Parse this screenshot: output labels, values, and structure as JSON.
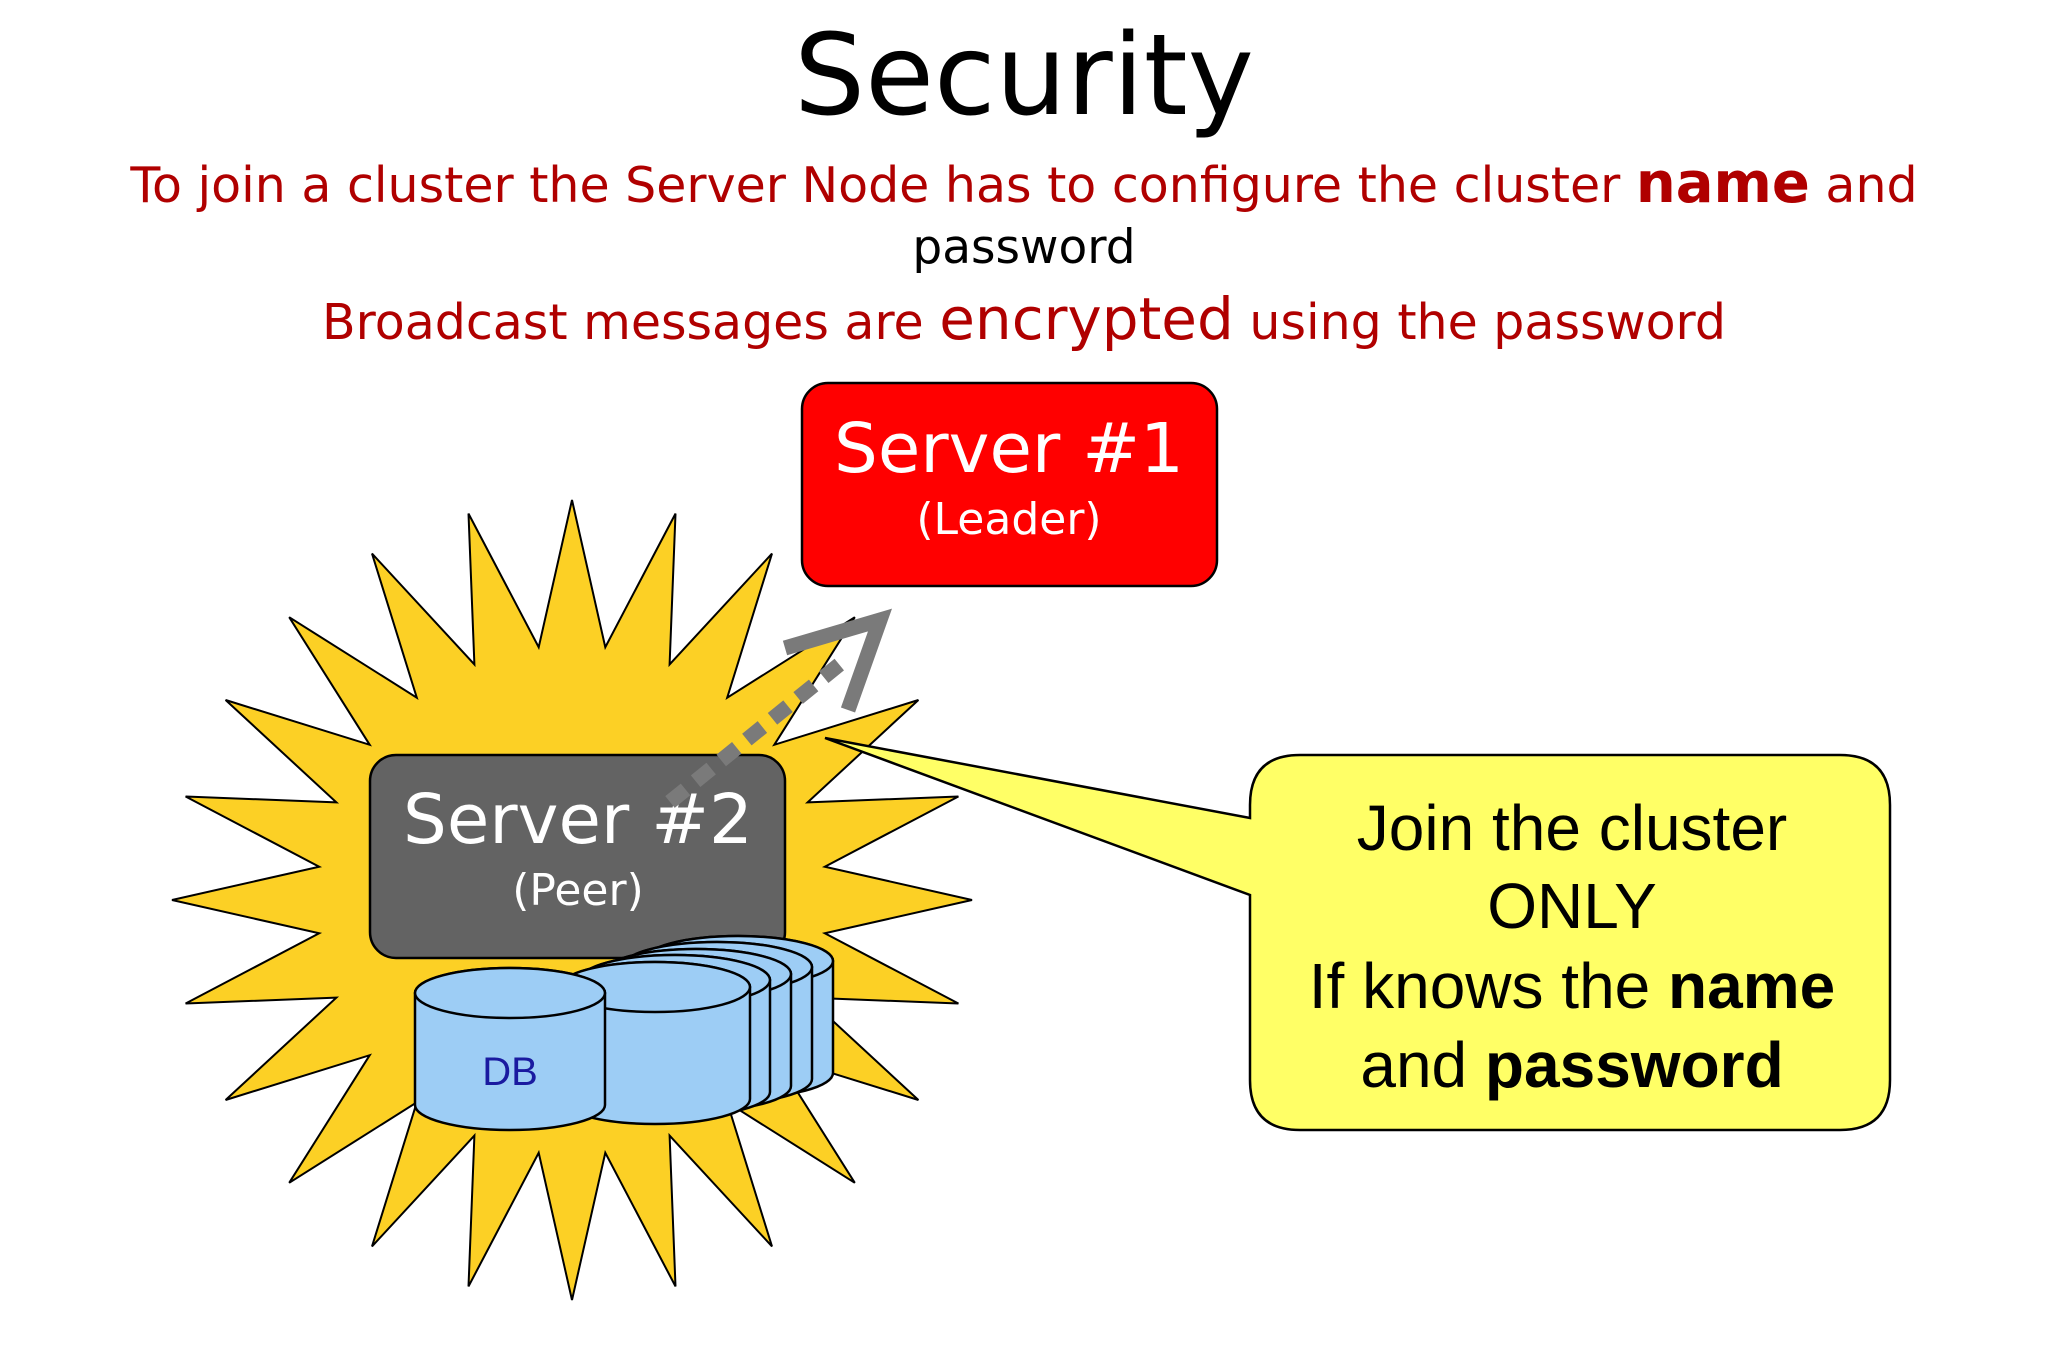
{
  "title": "Security",
  "subtitle": {
    "line1_before": "To join a cluster the Server Node has to configure the cluster ",
    "line1_em": "name",
    "line1_after": " and",
    "line2": "password",
    "line3_before": "Broadcast messages are ",
    "line3_em": "encrypted",
    "line3_after": " using the password"
  },
  "server1": {
    "name": "Server #1",
    "role": "(Leader)"
  },
  "server2": {
    "name": "Server #2",
    "role": "(Peer)"
  },
  "db_label": "DB",
  "callout": {
    "line1": "Join the cluster",
    "line2": "ONLY",
    "line3_before": "If knows the ",
    "line3_em": "name",
    "line4_before": "and ",
    "line4_em": "password"
  },
  "colors": {
    "accent_red": "#b00000",
    "server1_fill": "#ff0000",
    "server2_fill": "#636363",
    "starburst_fill": "#fcd025",
    "callout_fill": "#ffff66",
    "db_fill": "#9dcdf5",
    "db_text": "#1a1aa0",
    "arrow_gray": "#7a7a7a"
  }
}
